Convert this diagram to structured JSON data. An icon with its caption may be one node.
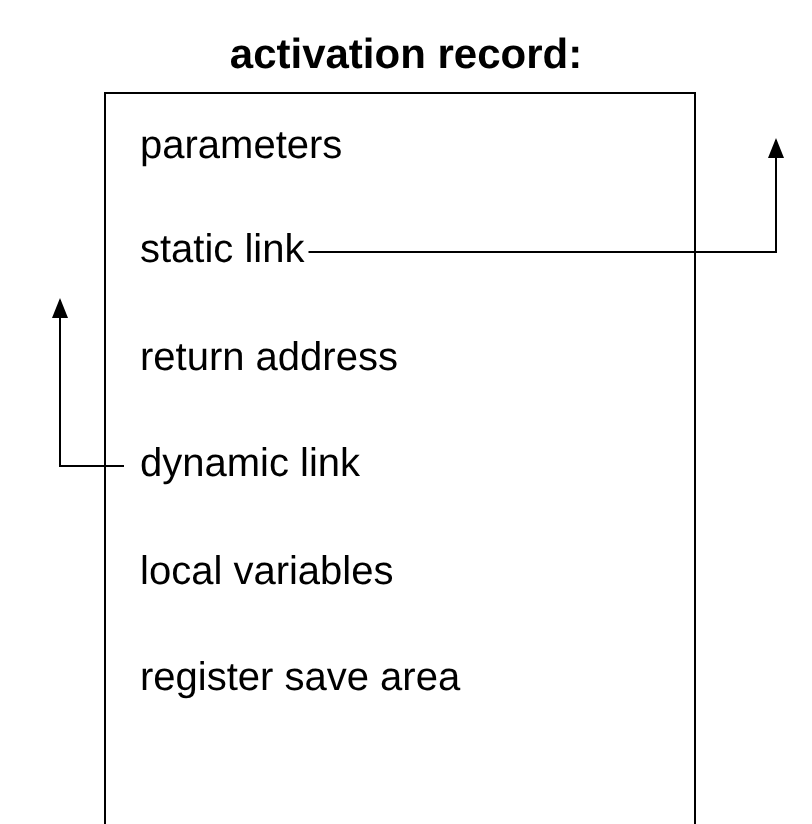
{
  "diagram": {
    "title": "activation record:",
    "nodes": [
      {
        "text": [],
        "shape": "box"
      },
      {
        "text": [
          "parameters"
        ],
        "in": 0
      },
      {
        "text": [
          "static link"
        ],
        "in": 0
      },
      {
        "text": [
          "return address"
        ],
        "in": 0
      },
      {
        "text": [
          "dynamic link"
        ],
        "in": 0
      },
      {
        "text": [
          "local variables"
        ],
        "in": 0
      },
      {
        "text": [
          "register save area"
        ],
        "in": 0
      }
    ],
    "edges": [
      {
        "from": 2,
        "to": null,
        "arrow": "to"
      },
      {
        "from": 4,
        "to": null,
        "arrow": "to"
      }
    ]
  }
}
